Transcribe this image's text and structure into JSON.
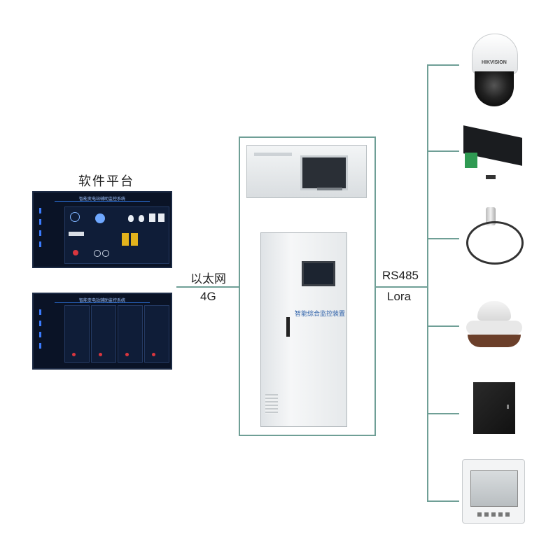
{
  "software": {
    "title": "软件平台",
    "screen1_title": "智能变电站辅助监控系统",
    "screen2_title": "智能变电站辅助监控系统"
  },
  "left_link": {
    "line1": "以太网",
    "line2": "4G"
  },
  "right_link": {
    "line1": "RS485",
    "line2": "Lora"
  },
  "device": {
    "cabinet_label": "智能综合监控装置"
  },
  "camera_brand": "HIKVISION",
  "colors": {
    "connector": "#6f9f96"
  }
}
